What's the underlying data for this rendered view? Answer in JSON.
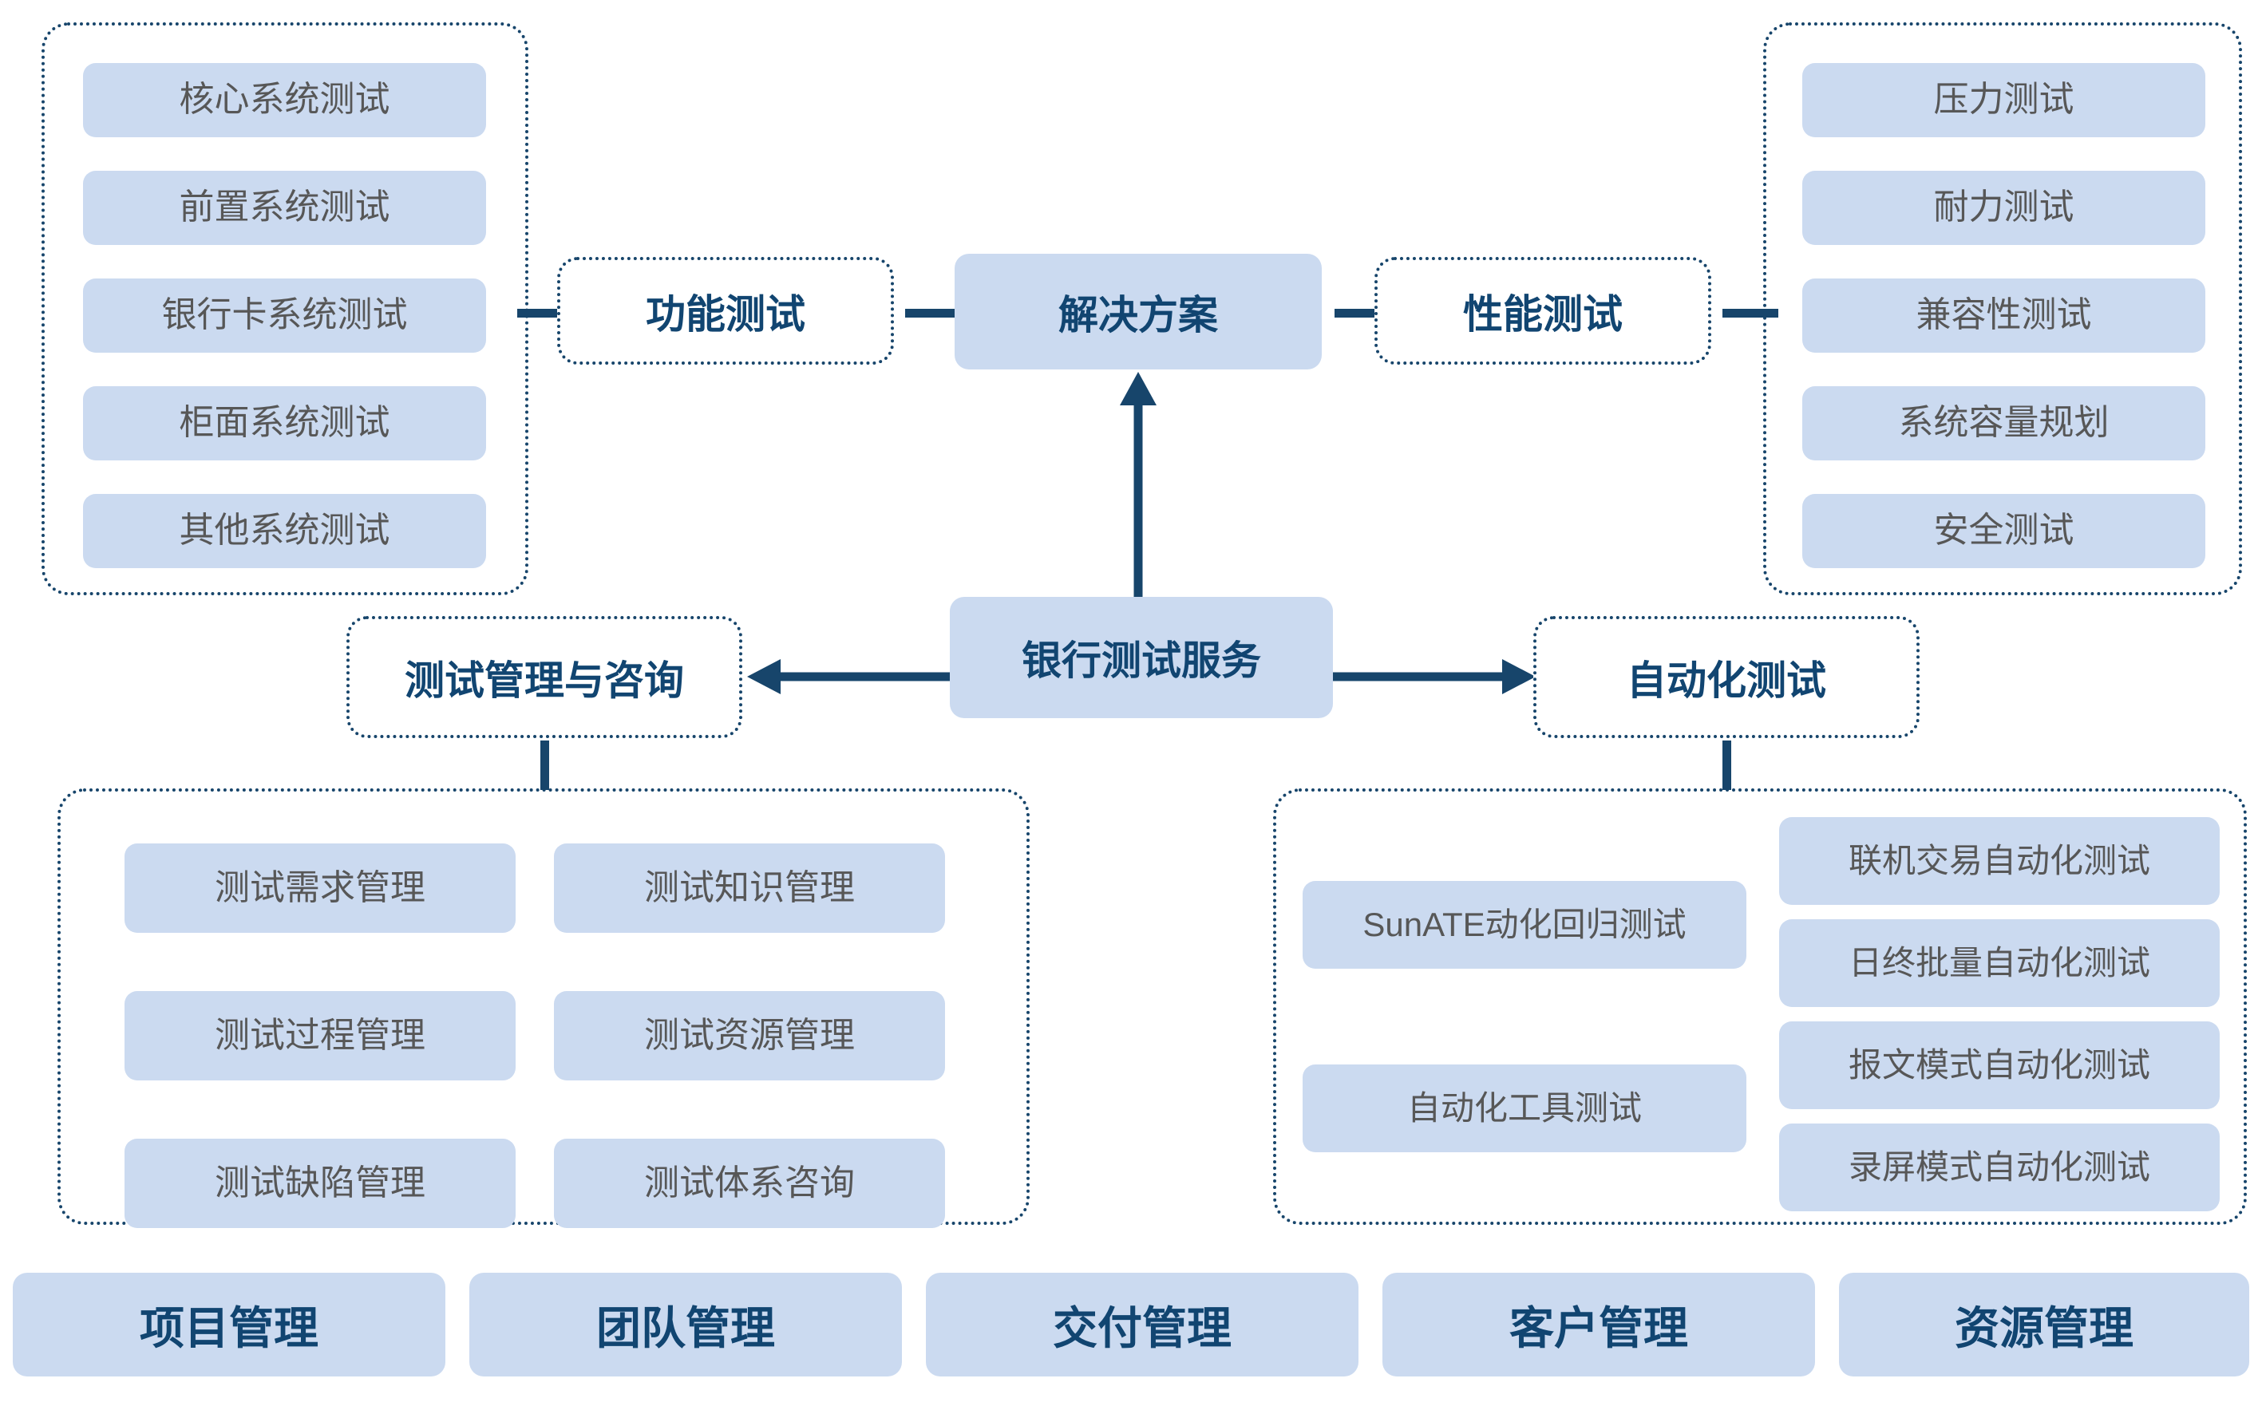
{
  "center": {
    "solution_label": "解决方案",
    "root_label": "银行测试服务"
  },
  "branches": {
    "functional": {
      "label": "功能测试"
    },
    "performance": {
      "label": "性能测试"
    },
    "management": {
      "label": "测试管理与咨询"
    },
    "automation": {
      "label": "自动化测试"
    }
  },
  "functional_items": [
    "核心系统测试",
    "前置系统测试",
    "银行卡系统测试",
    "柜面系统测试",
    "其他系统测试"
  ],
  "performance_items": [
    "压力测试",
    "耐力测试",
    "兼容性测试",
    "系统容量规划",
    "安全测试"
  ],
  "management_items_left": [
    "测试需求管理",
    "测试过程管理",
    "测试缺陷管理"
  ],
  "management_items_right": [
    "测试知识管理",
    "测试资源管理",
    "测试体系咨询"
  ],
  "automation_items_left": [
    "SunATE动化回归测试",
    "自动化工具测试"
  ],
  "automation_items_right": [
    "联机交易自动化测试",
    "日终批量自动化测试",
    "报文模式自动化测试",
    "录屏模式自动化测试"
  ],
  "footer_items": [
    "项目管理",
    "团队管理",
    "交付管理",
    "客户管理",
    "资源管理"
  ],
  "colors": {
    "chip_fill": "#cbdaf0",
    "accent_navy": "#17456b",
    "text_navy": "#114571",
    "text_gray": "#575757",
    "background": "#ffffff"
  }
}
